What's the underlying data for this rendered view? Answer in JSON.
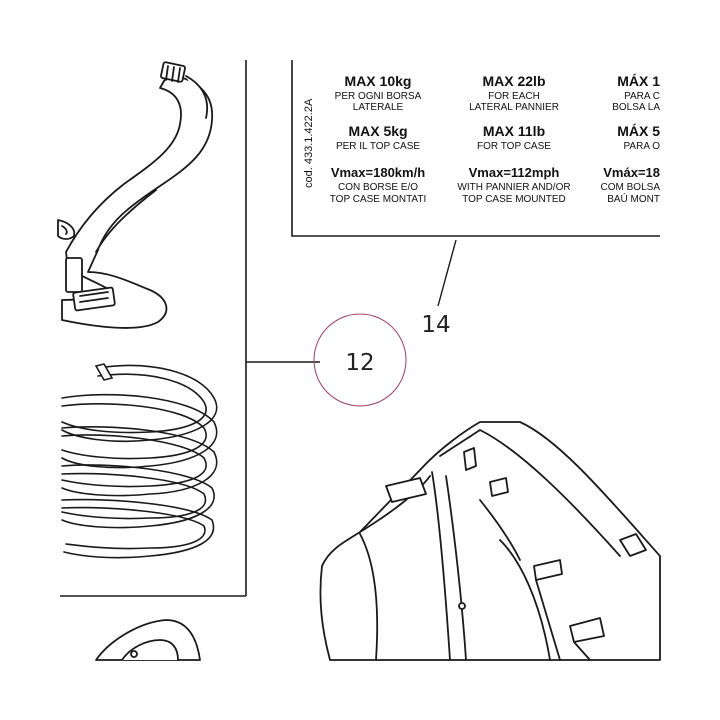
{
  "label_plate": {
    "code": "cod. 433.1.422.2A",
    "col_it": {
      "max_side": "MAX 10kg",
      "side_l1": "PER OGNI BORSA",
      "side_l2": "LATERALE",
      "max_top": "MAX 5kg",
      "top_l1": "PER IL TOP CASE",
      "vmax": "Vmax=180km/h",
      "v_l1": "CON BORSE E/O",
      "v_l2": "TOP CASE MONTATI"
    },
    "col_en": {
      "max_side": "MAX 22lb",
      "side_l1": "FOR EACH",
      "side_l2": "LATERAL PANNIER",
      "max_top": "MAX 11lb",
      "top_l1": "FOR TOP CASE",
      "vmax": "Vmax=112mph",
      "v_l1": "WITH PANNIER AND/OR",
      "v_l2": "TOP CASE MOUNTED"
    },
    "col_es": {
      "max_side": "MÁX 1",
      "side_l1": "PARA C",
      "side_l2": "BOLSA LA",
      "max_top": "MÁX 5",
      "top_l1": "PARA O",
      "vmax": "Vmáx=18",
      "v_l1": "COM BOLSA",
      "v_l2": "BAÚ MONT"
    }
  },
  "callouts": {
    "part_14": "14",
    "part_12": "12"
  },
  "colors": {
    "line": "#1a1a1a",
    "highlight_circle": "#a0405a"
  }
}
